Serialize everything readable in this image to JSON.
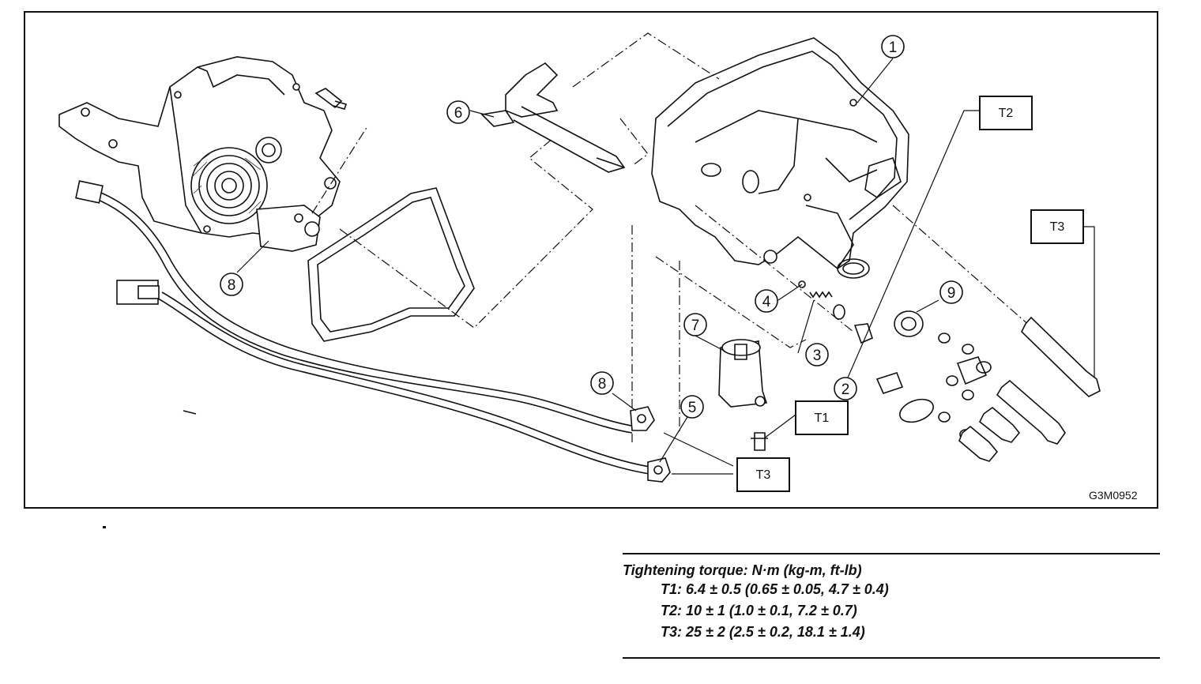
{
  "figure_code": "G3M0952",
  "callouts": [
    "1",
    "2",
    "3",
    "4",
    "5",
    "6",
    "7",
    "8",
    "8",
    "9"
  ],
  "torque_labels": {
    "t1": "T1",
    "t2": "T2",
    "t3_top": "T3",
    "t3_bottom": "T3"
  },
  "legend": {
    "title": "Tightening torque: N·m (kg-m, ft-lb)",
    "rows": [
      "T1: 6.4 ± 0.5 (0.65 ± 0.05, 4.7 ± 0.4)",
      "T2: 10 ± 1 (1.0 ± 0.1, 7.2 ± 0.7)",
      "T3: 25 ± 2 (2.5 ± 0.2, 18.1 ± 1.4)"
    ]
  }
}
